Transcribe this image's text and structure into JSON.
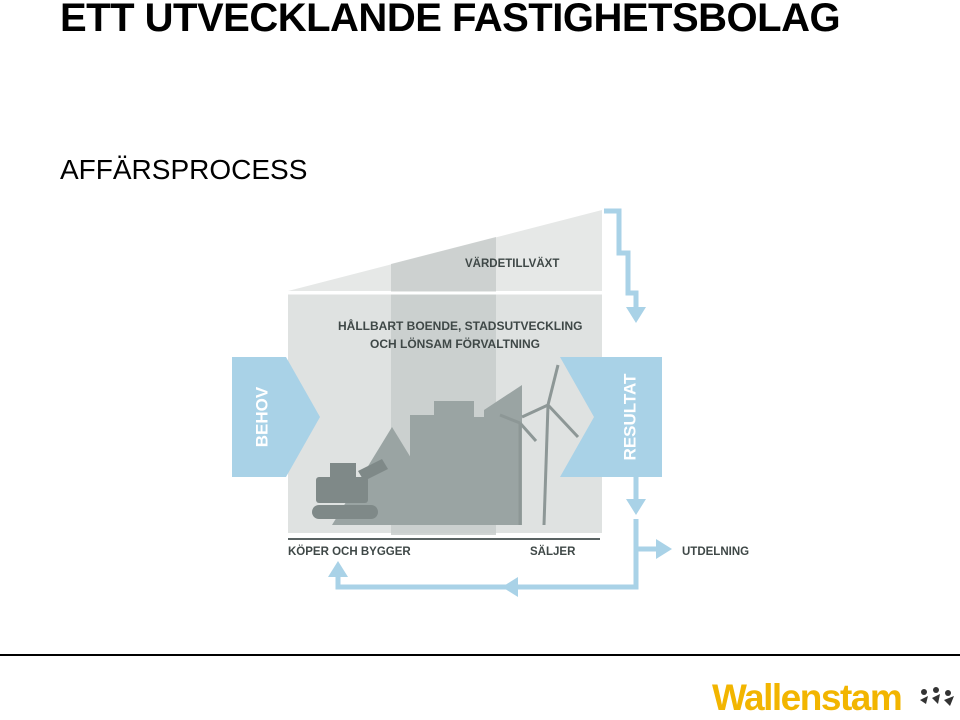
{
  "slide": {
    "title": "ETT UTVECKLANDE FASTIGHETSBOLAG",
    "subtitle": "AFFÄRSPROCESS"
  },
  "diagram": {
    "value_growth_label": "VÄRDETILLVÄXT",
    "core_line1": "HÅLLBART BOENDE, STADSUTVECKLING",
    "core_line2": "OCH LÖNSAM FÖRVALTNING",
    "input_label": "BEHOV",
    "output_label": "RESULTAT",
    "buy_build_label": "KÖPER OCH BYGGER",
    "sell_label": "SÄLJER",
    "dividend_label": "UTDELNING",
    "colors": {
      "light_blue": "#a9d2e7",
      "light_grey": "#dfe2e1",
      "mid_grey": "#c8cdcb",
      "dark_grey": "#8d9796"
    }
  },
  "logo": {
    "text": "Wallenstam",
    "color": "#f2b500"
  }
}
